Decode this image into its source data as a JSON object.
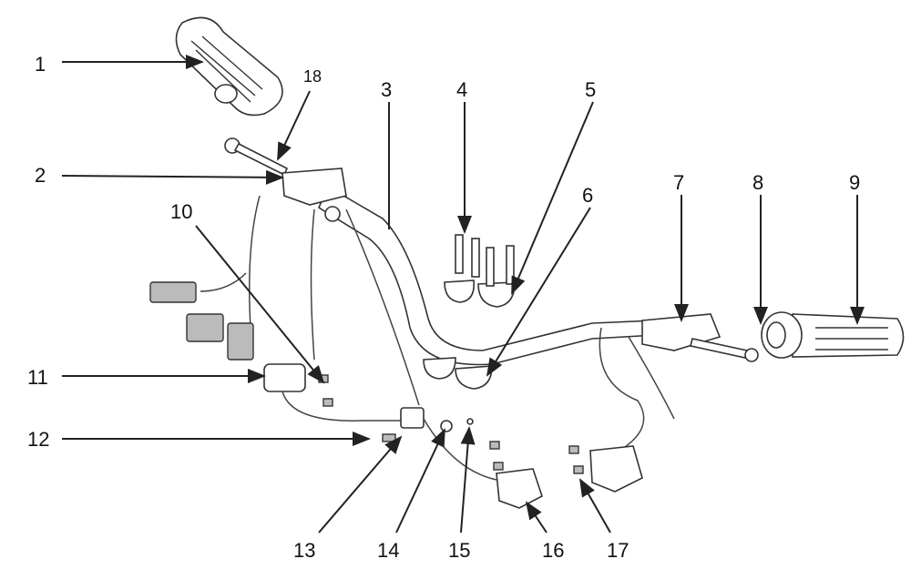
{
  "title": "Handlebar assembly exploded view",
  "callouts": [
    {
      "number": "1"
    },
    {
      "number": "2"
    },
    {
      "number": "3"
    },
    {
      "number": "4"
    },
    {
      "number": "5"
    },
    {
      "number": "6"
    },
    {
      "number": "7"
    },
    {
      "number": "8"
    },
    {
      "number": "9"
    },
    {
      "number": "10"
    },
    {
      "number": "11"
    },
    {
      "number": "12"
    },
    {
      "number": "13"
    },
    {
      "number": "14"
    },
    {
      "number": "15"
    },
    {
      "number": "16"
    },
    {
      "number": "17"
    },
    {
      "number": "18"
    }
  ]
}
